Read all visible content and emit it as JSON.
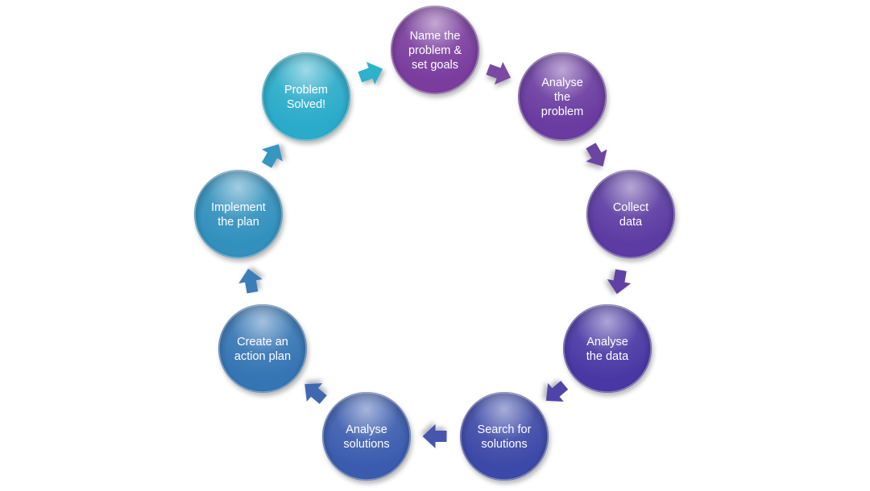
{
  "diagram": {
    "type": "cycle",
    "steps": [
      {
        "id": "name-problem",
        "lines": [
          "Name the",
          "problem &",
          "set goals"
        ],
        "color": "#7a3e9e"
      },
      {
        "id": "analyse-problem",
        "lines": [
          "Analyse",
          "the",
          "problem"
        ],
        "color": "#6a3ba0"
      },
      {
        "id": "collect-data",
        "lines": [
          "Collect",
          "data"
        ],
        "color": "#5b3aa2"
      },
      {
        "id": "analyse-data",
        "lines": [
          "Analyse",
          "the data"
        ],
        "color": "#4838a4"
      },
      {
        "id": "search-solutions",
        "lines": [
          "Search for",
          "solutions"
        ],
        "color": "#3d48a8"
      },
      {
        "id": "analyse-solutions",
        "lines": [
          "Analyse",
          "solutions"
        ],
        "color": "#3a5cae"
      },
      {
        "id": "create-plan",
        "lines": [
          "Create an",
          "action plan"
        ],
        "color": "#3674b4"
      },
      {
        "id": "implement-plan",
        "lines": [
          "Implement",
          "the plan"
        ],
        "color": "#3190bd"
      },
      {
        "id": "problem-solved",
        "lines": [
          "Problem",
          "Solved!"
        ],
        "color": "#29abc9"
      }
    ],
    "arrow_colors": [
      "#7a4aa2",
      "#6a44a2",
      "#5e43a4",
      "#4f45a8",
      "#4456ac",
      "#3f67b1",
      "#3a7db7",
      "#3496c0",
      "#2fb1cb"
    ]
  }
}
